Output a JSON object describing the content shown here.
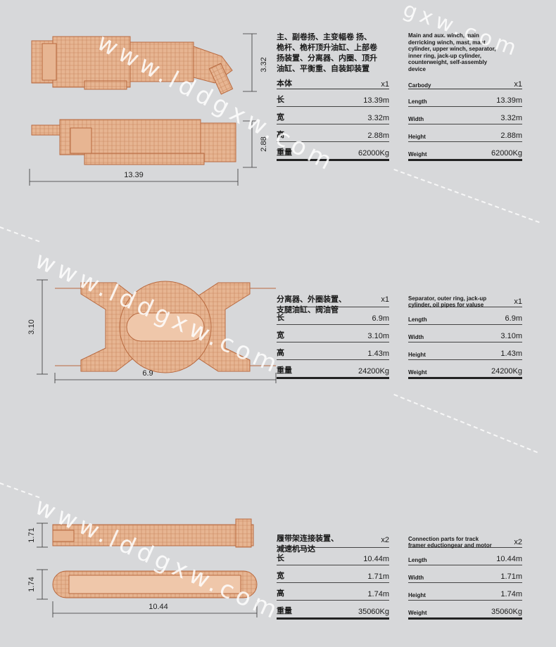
{
  "colors": {
    "machine": "#e7b592",
    "machine_stroke": "#b8693f",
    "bg": "#d7d8da"
  },
  "watermark": "gxw.com",
  "watermark_text_2": "www.lddgxw.com",
  "sections": [
    {
      "cn": {
        "desc": "主、副卷扬、主变幅卷 扬、\n桅杆、桅杆顶升油缸、上部卷\n扬装置、分离器、内圈、顶升\n油缸、平衡重、自装卸装置",
        "qty": "",
        "head": {
          "label": "本体",
          "qty": "x1"
        },
        "rows": [
          {
            "label": "长",
            "value": "13.39m"
          },
          {
            "label": "宽",
            "value": "3.32m"
          },
          {
            "label": "高",
            "value": "2.88m"
          },
          {
            "label": "重量",
            "value": "62000Kg"
          }
        ]
      },
      "en": {
        "desc": "Main and aux. winch, main\nderricking winch, mast, mast\ncylinder, upper winch, separator,\ninner ring, jack-up cylinder,\ncounterweight, self-assembly\ndevice",
        "qty": "",
        "head": {
          "label": "Carbody",
          "qty": "x1"
        },
        "rows": [
          {
            "label": "Length",
            "value": "13.39m"
          },
          {
            "label": "Width",
            "value": "3.32m"
          },
          {
            "label": "Height",
            "value": "2.88m"
          },
          {
            "label": "Weight",
            "value": "62000Kg"
          }
        ]
      },
      "dims": {
        "top_h": "3.32",
        "side_h": "2.88",
        "len": "13.39"
      }
    },
    {
      "cn": {
        "desc": "分离器、外圈装置、\n支腿油缸、阀油管",
        "qty": "x1",
        "head": null,
        "rows": [
          {
            "label": "长",
            "value": "6.9m"
          },
          {
            "label": "宽",
            "value": "3.10m"
          },
          {
            "label": "高",
            "value": "1.43m"
          },
          {
            "label": "重量",
            "value": "24200Kg"
          }
        ]
      },
      "en": {
        "desc": "Separator, outer ring, jack-up\ncylinder, oil pipes for valuse",
        "qty": "x1",
        "head": null,
        "rows": [
          {
            "label": "Length",
            "value": "6.9m"
          },
          {
            "label": "Width",
            "value": "3.10m"
          },
          {
            "label": "Height",
            "value": "1.43m"
          },
          {
            "label": "Weight",
            "value": "24200Kg"
          }
        ]
      },
      "dims": {
        "h": "3.10",
        "len": "6.9"
      }
    },
    {
      "cn": {
        "desc": "履带架连接装置、\n减速机马达",
        "qty": "x2",
        "head": null,
        "rows": [
          {
            "label": "长",
            "value": "10.44m"
          },
          {
            "label": "宽",
            "value": "1.71m"
          },
          {
            "label": "高",
            "value": "1.74m"
          },
          {
            "label": "重量",
            "value": "35060Kg"
          }
        ]
      },
      "en": {
        "desc": "Connection parts for track\nframer eductiongear and motor",
        "qty": "x2",
        "head": null,
        "rows": [
          {
            "label": "Length",
            "value": "10.44m"
          },
          {
            "label": "Width",
            "value": "1.71m"
          },
          {
            "label": "Height",
            "value": "1.74m"
          },
          {
            "label": "Weight",
            "value": "35060Kg"
          }
        ]
      },
      "dims": {
        "top_h": "1.71",
        "side_h": "1.74",
        "len": "10.44"
      }
    }
  ]
}
